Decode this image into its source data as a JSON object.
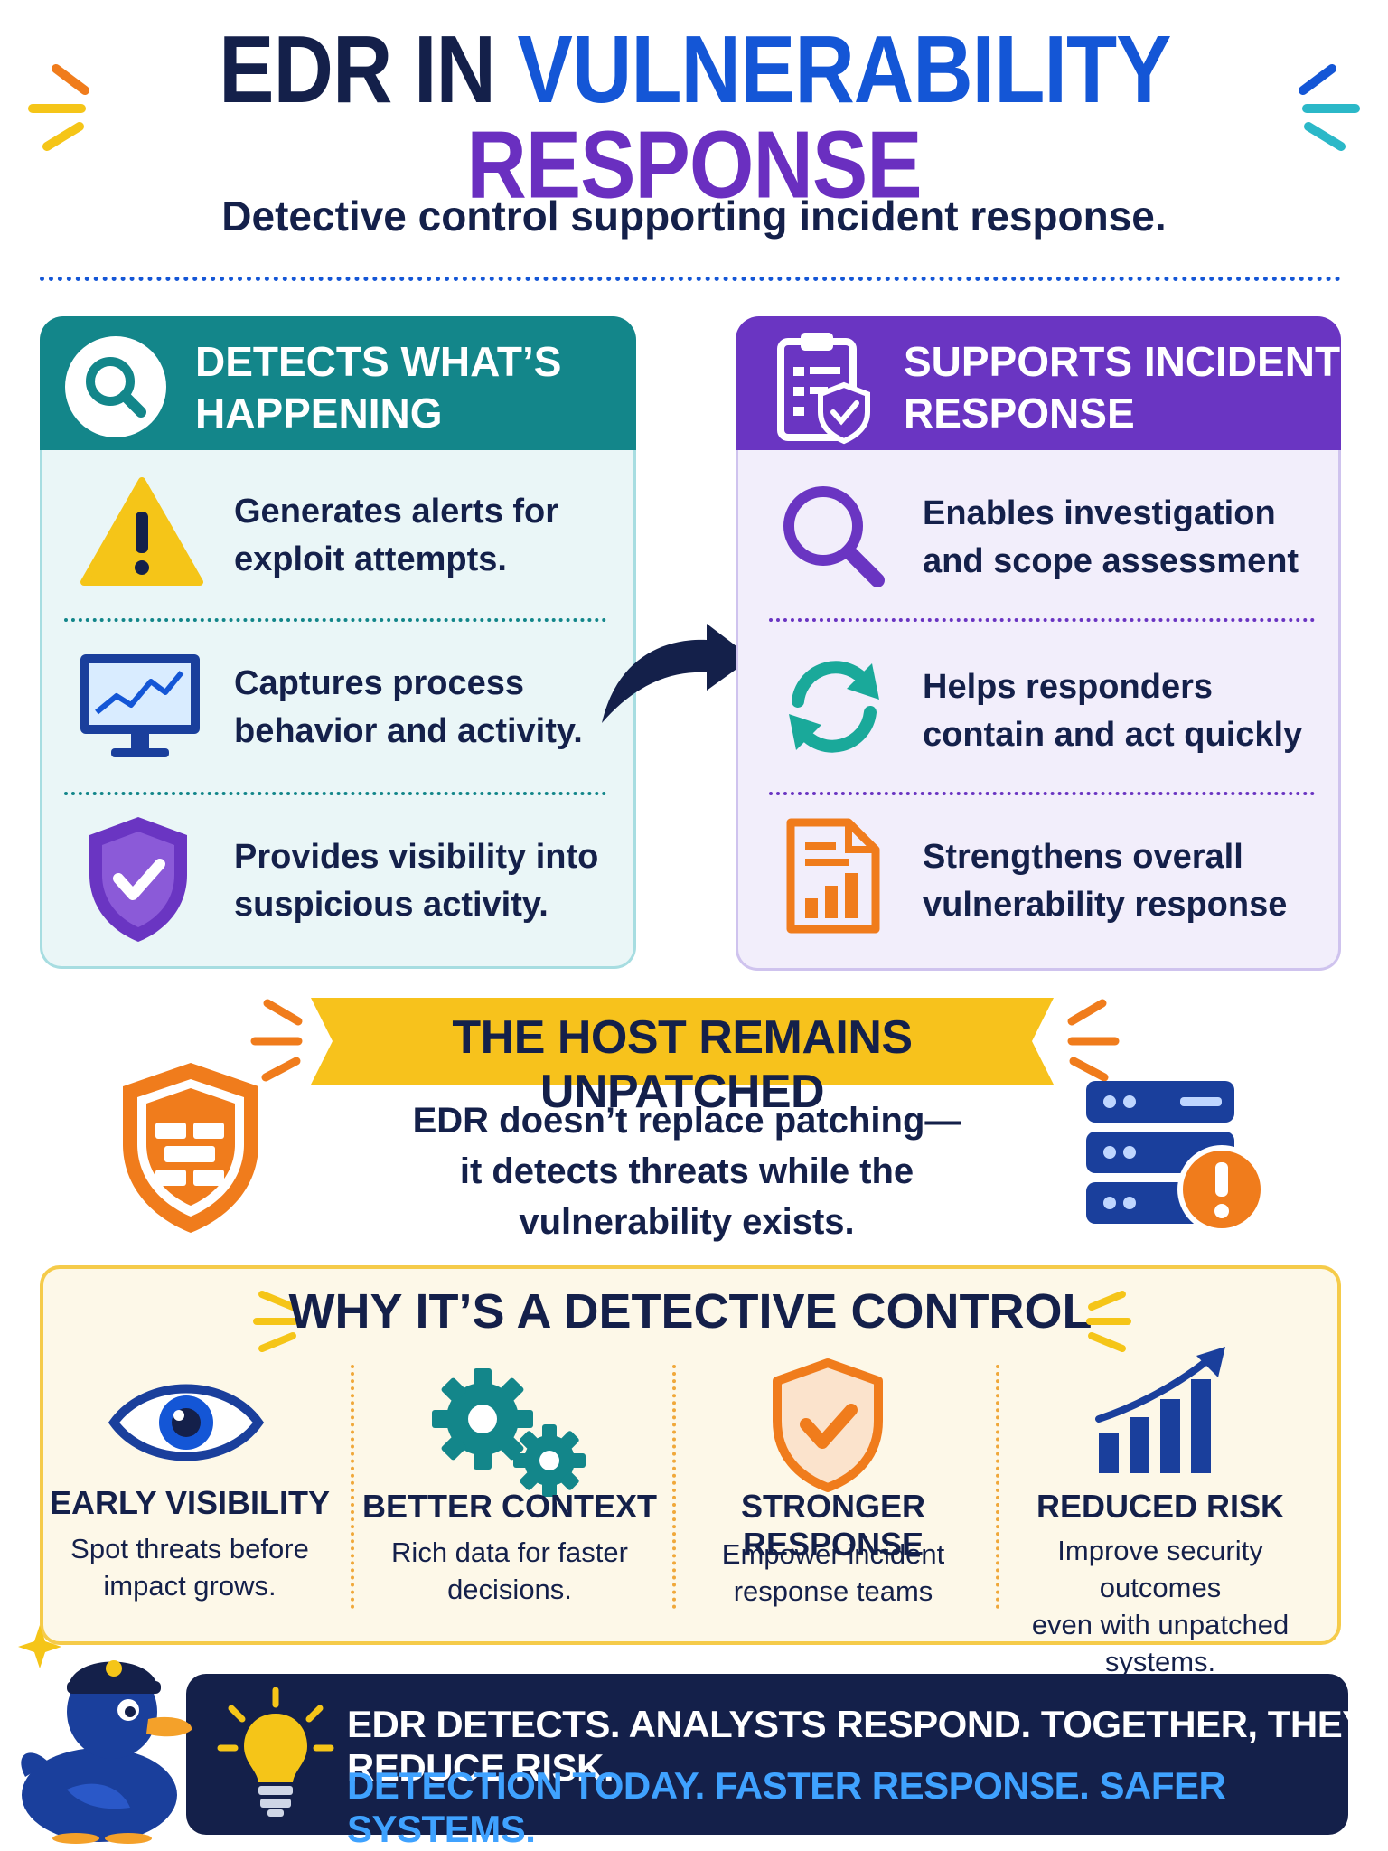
{
  "header": {
    "title_part1": "EDR IN",
    "title_part2": "VULNERABILITY",
    "title_part3": "RESPONSE",
    "subtitle": "Detective control supporting incident response."
  },
  "left_panel": {
    "title_line1": "DETECTS WHAT’S",
    "title_line2": "HAPPENING",
    "items": [
      {
        "line1": "Generates alerts for",
        "line2": "exploit attempts.",
        "icon": "warning-icon"
      },
      {
        "line1": "Captures process",
        "line2": "behavior and activity.",
        "icon": "monitor-chart-icon"
      },
      {
        "line1": "Provides visibility into",
        "line2": "suspicious activity.",
        "icon": "shield-check-icon"
      }
    ]
  },
  "right_panel": {
    "title_line1": "SUPPORTS INCIDENT",
    "title_line2": "RESPONSE",
    "items": [
      {
        "line1": "Enables investigation",
        "line2": "and scope assessment",
        "icon": "magnifier-icon"
      },
      {
        "line1": "Helps responders",
        "line2": "contain and act quickly",
        "icon": "refresh-icon"
      },
      {
        "line1": "Strengthens overall",
        "line2": "vulnerability response",
        "icon": "report-icon"
      }
    ]
  },
  "banner": {
    "title": "THE HOST REMAINS UNPATCHED",
    "line1": "EDR doesn’t replace patching—",
    "line2": "it detects threats while the",
    "line3": "vulnerability exists."
  },
  "why": {
    "title": "WHY IT’S A DETECTIVE CONTROL",
    "columns": [
      {
        "title": "EARLY VISIBILITY",
        "line1": "Spot threats before",
        "line2": "impact grows.",
        "line3": "",
        "icon": "eye-icon"
      },
      {
        "title": "BETTER CONTEXT",
        "line1": "Rich data for faster",
        "line2": "decisions.",
        "line3": "",
        "icon": "gears-icon"
      },
      {
        "title": "STRONGER RESPONSE",
        "line1": "Empower incident",
        "line2": "response teams",
        "line3": "",
        "icon": "shield-check-icon"
      },
      {
        "title": "REDUCED RISK",
        "line1": "Improve security outcomes",
        "line2": "even with unpatched",
        "line3": "systems.",
        "icon": "bar-chart-up-icon"
      }
    ]
  },
  "footer": {
    "line1": "EDR DETECTS. ANALYSTS RESPOND. TOGETHER, THEY REDUCE RISK.",
    "line2": "DETECTION TODAY. FASTER RESPONSE. SAFER SYSTEMS."
  },
  "colors": {
    "navy": "#14204a",
    "blue": "#1456d6",
    "purple": "#6a2fc0",
    "teal": "#13868a",
    "orange": "#f07c1c",
    "yellow": "#f5c518",
    "light_blue": "#3fa2ff"
  }
}
